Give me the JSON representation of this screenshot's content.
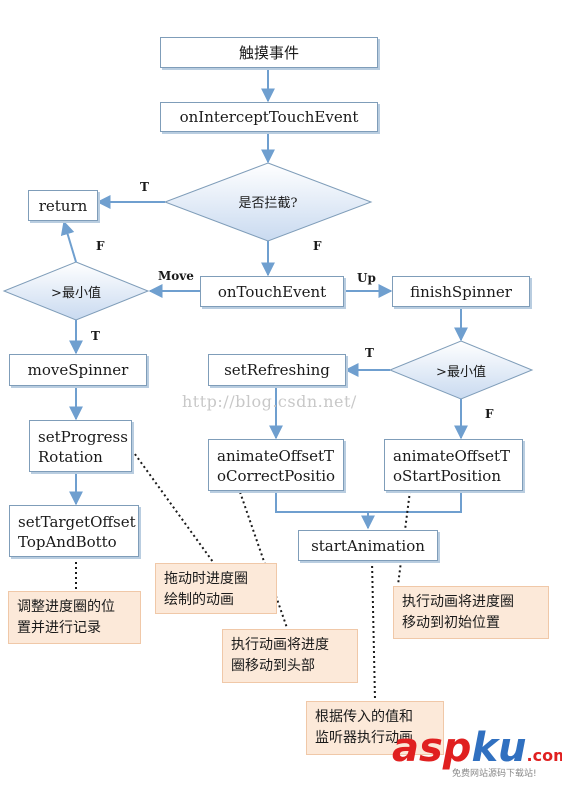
{
  "nodes": {
    "touch_event": "触摸事件",
    "on_intercept": "onInterceptTouchEvent",
    "is_intercept": "是否拦截?",
    "return": "return",
    "on_touch_event": "onTouchEvent",
    "min_value_left": ">最小值",
    "finish_spinner": "finishSpinner",
    "move_spinner": "moveSpinner",
    "set_refreshing": "setRefreshing",
    "min_value_right": ">最小值",
    "set_progress_rotation": "setProgress\nRotation",
    "animate_correct": "animateOffsetT\noCorrectPositio",
    "animate_start": "animateOffsetT\noStartPosition",
    "set_target_offset": "setTargetOffset\nTopAndBotto",
    "start_animation": "startAnimation"
  },
  "edge_labels": {
    "t_return": "T",
    "f_down": "F",
    "move": "Move",
    "up": "Up",
    "f_left": "F",
    "t_left": "T",
    "t_right": "T",
    "f_right": "F"
  },
  "notes": {
    "adjust_progress": "调整进度圈的位\n置并进行记录",
    "drag_progress": "拖动时进度圈\n绘制的动画",
    "anim_to_top": "执行动画将进度\n圈移动到头部",
    "anim_to_start": "执行动画将进度圈\n移动到初始位置",
    "anim_by_value": "根据传入的值和\n监听器执行动画"
  },
  "watermark": "http://blog.csdn.net/",
  "logo": {
    "asp": "asp",
    "ku": "ku",
    "dotcom": ".com",
    "sub": "免费网站源码下载站!"
  },
  "colors": {
    "border": "#7f9db9",
    "arrow": "#6f9fcf",
    "note_fill": "#fce9d9",
    "diamond_fill_top": "#ffffff",
    "diamond_fill_bottom": "#c9daf0"
  }
}
